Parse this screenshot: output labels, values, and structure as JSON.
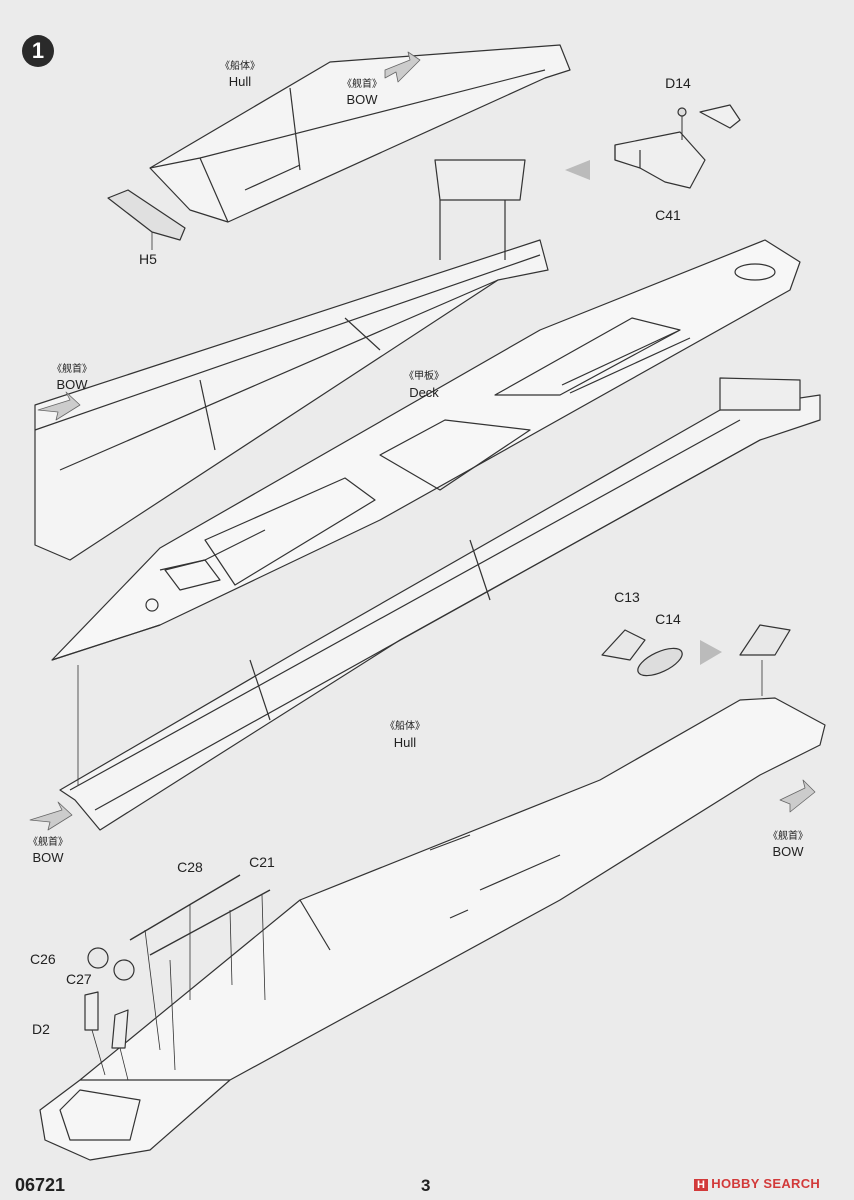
{
  "step": {
    "number": "1"
  },
  "labels": {
    "hull_top_cn": "《船体》",
    "hull_top": "Hull",
    "bow_top_cn": "《舰首》",
    "bow_top": "BOW",
    "bow_left_cn": "《舰首》",
    "bow_left": "BOW",
    "deck_cn": "《甲板》",
    "deck": "Deck",
    "hull_mid_cn": "《船体》",
    "hull_mid": "Hull",
    "bow_lower_left_cn": "《舰首》",
    "bow_lower_left": "BOW",
    "bow_right_cn": "《舰首》",
    "bow_right": "BOW"
  },
  "parts": {
    "d14": "D14",
    "c41": "C41",
    "h5": "H5",
    "c13": "C13",
    "c14": "C14",
    "c28": "C28",
    "c21": "C21",
    "c26": "C26",
    "c27": "C27",
    "d2": "D2"
  },
  "footer": {
    "catalog_number": "06721",
    "page_number": "3",
    "watermark": "HOBBY SEARCH",
    "watermark_logo": "H"
  }
}
